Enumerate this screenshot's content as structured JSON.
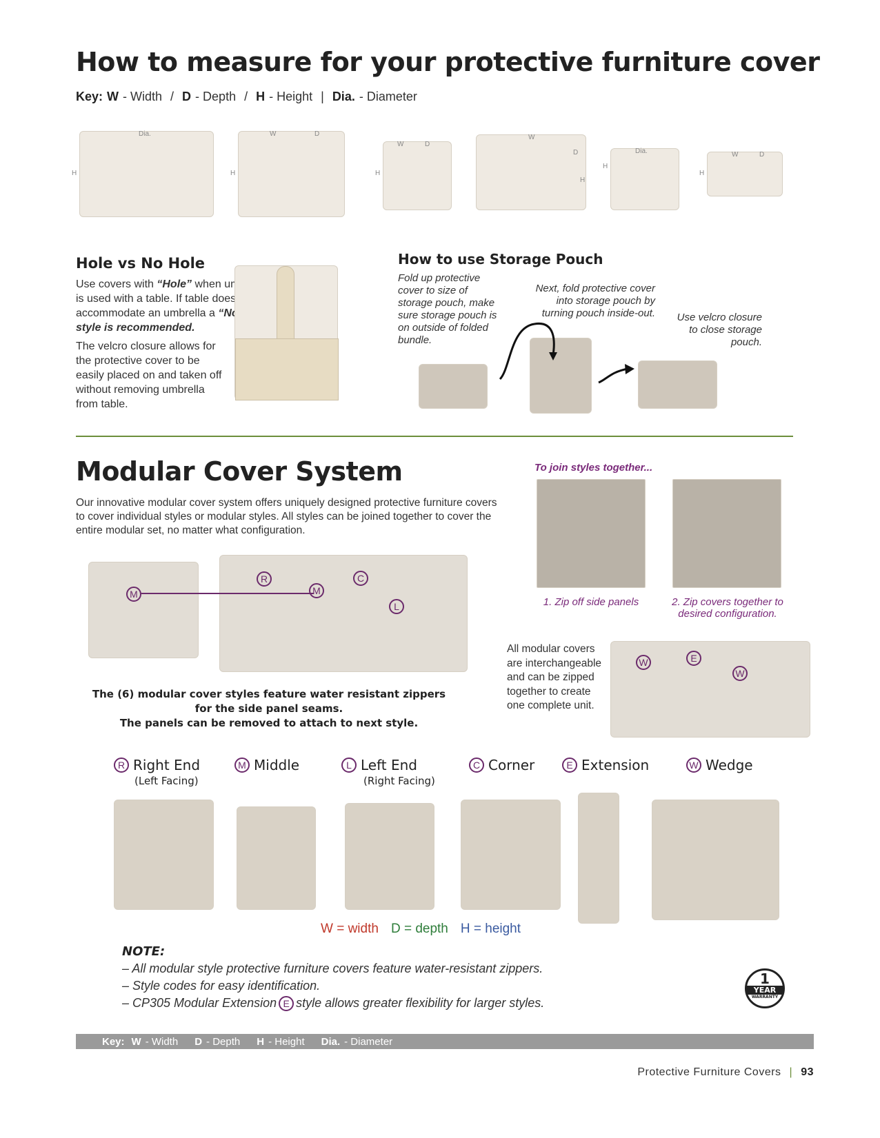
{
  "title": "How to measure for your protective furniture cover",
  "key": {
    "label": "Key:",
    "items": [
      {
        "code": "W",
        "text": "- Width"
      },
      {
        "code": "D",
        "text": "- Depth"
      },
      {
        "code": "H",
        "text": "- Height"
      },
      {
        "code": "Dia.",
        "text": "- Diameter"
      }
    ],
    "sep1": "/",
    "sep2": "/",
    "sep3": "|"
  },
  "measure_labels": {
    "dia1": "Dia.",
    "h1": "H",
    "w2": "W",
    "d2": "D",
    "h2": "H",
    "w3": "W",
    "d3": "D",
    "h3": "H",
    "w4": "W",
    "d4": "D",
    "h4": "H",
    "dia5": "Dia.",
    "h5": "H",
    "w6": "W",
    "d6": "D",
    "h6": "H"
  },
  "hole": {
    "heading": "Hole vs No Hole",
    "p1_a": "Use covers with ",
    "p1_b": "“Hole”",
    "p1_c": " when umbrella is used with a table. If table does not accommodate an umbrella a ",
    "p1_d": "“No Hole” style is recommended.",
    "p2": "The velcro closure allows for the protective cover to be easily placed on and taken off without removing umbrella from table."
  },
  "pouch": {
    "heading": "How to use Storage Pouch",
    "step1": "Fold up protective cover to size of storage pouch, make sure storage pouch is on outside of folded bundle.",
    "step2": "Next, fold protective cover into storage pouch by turning pouch inside-out.",
    "step3": "Use velcro closure to close storage pouch."
  },
  "modular": {
    "heading": "Modular Cover System",
    "intro": "Our innovative modular cover system offers uniquely designed protective furniture covers to cover individual styles or modular styles. All styles can be joined together to cover the entire modular set, no matter what configuration.",
    "join_heading": "To join styles together...",
    "join_step1": "1. Zip off side panels",
    "join_step2": "2. Zip covers together to desired configuration.",
    "feature_1": "The (6) modular cover styles feature water resistant zippers",
    "feature_2": "for the side panel seams.",
    "feature_3": "The panels can be removed to attach to next style.",
    "interchange": "All modular covers are interchangeable and can be zipped together to create one complete unit.",
    "diagram_badges": {
      "m1": "M",
      "r": "R",
      "m2": "M",
      "c": "C",
      "l": "L"
    },
    "unit_badges": {
      "w1": "W",
      "e": "E",
      "w2": "W"
    }
  },
  "styles": [
    {
      "code": "R",
      "name": "Right End",
      "sub": "(Left Facing)"
    },
    {
      "code": "M",
      "name": "Middle",
      "sub": ""
    },
    {
      "code": "L",
      "name": "Left End",
      "sub": "(Right Facing)"
    },
    {
      "code": "C",
      "name": "Corner",
      "sub": ""
    },
    {
      "code": "E",
      "name": "Extension",
      "sub": ""
    },
    {
      "code": "W",
      "name": "Wedge",
      "sub": ""
    }
  ],
  "legend": {
    "w": "W = width",
    "d": "D = depth",
    "h": "H = height"
  },
  "note": {
    "heading": "NOTE:",
    "l1": "– All modular style protective furniture covers feature water-resistant zippers.",
    "l2": "– Style codes for easy identification.",
    "l3a": "– CP305 Modular Extension",
    "l3code": "E",
    "l3b": "style allows greater flexibility for larger styles."
  },
  "warranty": {
    "number": "1",
    "year": "YEAR",
    "word": "WARRANTY"
  },
  "footer": {
    "key_label": "Key:",
    "items": [
      {
        "code": "W",
        "text": "- Width"
      },
      {
        "code": "D",
        "text": "- Depth"
      },
      {
        "code": "H",
        "text": "- Height"
      },
      {
        "code": "Dia.",
        "text": "- Diameter"
      }
    ],
    "section": "Protective Furniture Covers",
    "sep": "|",
    "page": "93"
  },
  "colors": {
    "divider": "#6b8e3a",
    "accent": "#7a2a7a",
    "w": "#c0392b",
    "d": "#2e7d3a",
    "h": "#3a5aa0",
    "footer_bar": "#9a9a9a"
  }
}
